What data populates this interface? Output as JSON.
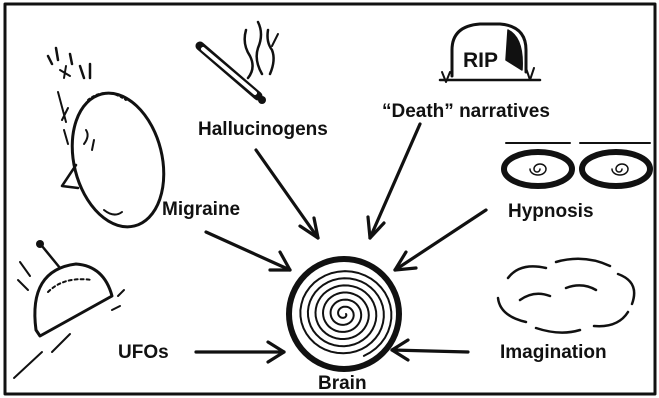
{
  "diagram": {
    "center_label": "Brain",
    "inputs": [
      {
        "id": "hallucinogens",
        "label": "Hallucinogens",
        "icon": "syringe-icon"
      },
      {
        "id": "death",
        "label": "“Death” narratives",
        "icon": "gravestone-icon"
      },
      {
        "id": "migraine",
        "label": "Migraine",
        "icon": "head-pain-icon"
      },
      {
        "id": "hypnosis",
        "label": "Hypnosis",
        "icon": "hypnotic-eyes-icon"
      },
      {
        "id": "ufos",
        "label": "UFOs",
        "icon": "flying-saucer-icon"
      },
      {
        "id": "imagination",
        "label": "Imagination",
        "icon": "thought-cloud-icon"
      }
    ],
    "gravestone_text": "RIP"
  },
  "colors": {
    "ink": "#111111",
    "background": "#ffffff"
  }
}
